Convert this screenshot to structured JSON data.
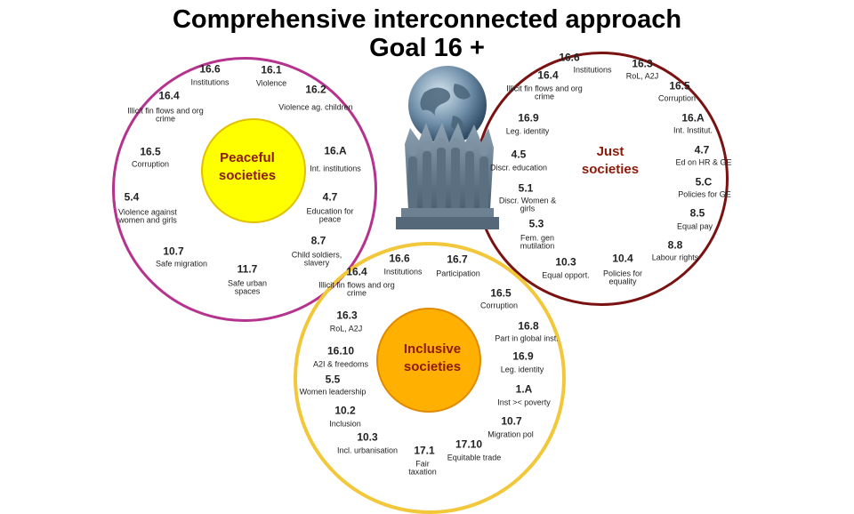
{
  "title": {
    "line1": "Comprehensive interconnected approach",
    "line2": "Goal 16 +"
  },
  "peaceful": {
    "center_line1": "Peaceful",
    "center_line2": "societies",
    "ring_color": "#b5338e",
    "fill_color": "#ffff00",
    "items": [
      {
        "code": "16.6",
        "label": "Institutions"
      },
      {
        "code": "16.1",
        "label": "Violence"
      },
      {
        "code": "16.4",
        "label": "Illicit fin flows and org crime"
      },
      {
        "code": "16.2",
        "label": "Violence ag. children"
      },
      {
        "code": "16.5",
        "label": "Corruption"
      },
      {
        "code": "16.A",
        "label": "Int. institutions"
      },
      {
        "code": "5.4",
        "label": "Violence against women and girls"
      },
      {
        "code": "4.7",
        "label": "Education for peace"
      },
      {
        "code": "10.7",
        "label": "Safe migration"
      },
      {
        "code": "8.7",
        "label": "Child soldiers, slavery"
      },
      {
        "code": "11.7",
        "label": "Safe urban spaces"
      }
    ]
  },
  "just": {
    "center_line1": "Just",
    "center_line2": "societies",
    "ring_color": "#7a1212",
    "items": [
      {
        "code": "16.6",
        "label": "Institutions"
      },
      {
        "code": "16.3",
        "label": "RoL, A2J"
      },
      {
        "code": "16.4",
        "label": "Illicit fin flows and org crime"
      },
      {
        "code": "16.5",
        "label": "Corruption"
      },
      {
        "code": "16.9",
        "label": "Leg. identity"
      },
      {
        "code": "16.A",
        "label": "Int. Institut."
      },
      {
        "code": "4.5",
        "label": "Discr. education"
      },
      {
        "code": "4.7",
        "label": "Ed on HR & GE"
      },
      {
        "code": "5.1",
        "label": "Discr. Women & girls"
      },
      {
        "code": "5.C",
        "label": "Policies for GE"
      },
      {
        "code": "5.3",
        "label": "Fem. gen mutilation"
      },
      {
        "code": "8.5",
        "label": "Equal pay"
      },
      {
        "code": "10.3",
        "label": "Equal opport."
      },
      {
        "code": "10.4",
        "label": "Policies for equality"
      },
      {
        "code": "8.8",
        "label": "Labour rights"
      }
    ]
  },
  "inclusive": {
    "center_line1": "Inclusive",
    "center_line2": "societies",
    "ring_color": "#f2c73a",
    "fill_color": "#ffb000",
    "items": [
      {
        "code": "16.6",
        "label": "Institutions"
      },
      {
        "code": "16.7",
        "label": "Participation"
      },
      {
        "code": "16.4",
        "label": "Illicit fin flows and org crime"
      },
      {
        "code": "16.5",
        "label": "Corruption"
      },
      {
        "code": "16.3",
        "label": "RoL, A2J"
      },
      {
        "code": "16.8",
        "label": "Part in global inst."
      },
      {
        "code": "16.10",
        "label": "A2I & freedoms"
      },
      {
        "code": "16.9",
        "label": "Leg. identity"
      },
      {
        "code": "5.5",
        "label": "Women leadership"
      },
      {
        "code": "1.A",
        "label": "Inst >< poverty"
      },
      {
        "code": "10.2",
        "label": "Inclusion"
      },
      {
        "code": "10.7",
        "label": "Migration pol"
      },
      {
        "code": "10.3",
        "label": "Incl. urbanisation"
      },
      {
        "code": "17.1",
        "label": "Fair taxation"
      },
      {
        "code": "17.10",
        "label": "Equitable trade"
      }
    ]
  },
  "globe": {
    "icon": "globe-statue-icon"
  }
}
